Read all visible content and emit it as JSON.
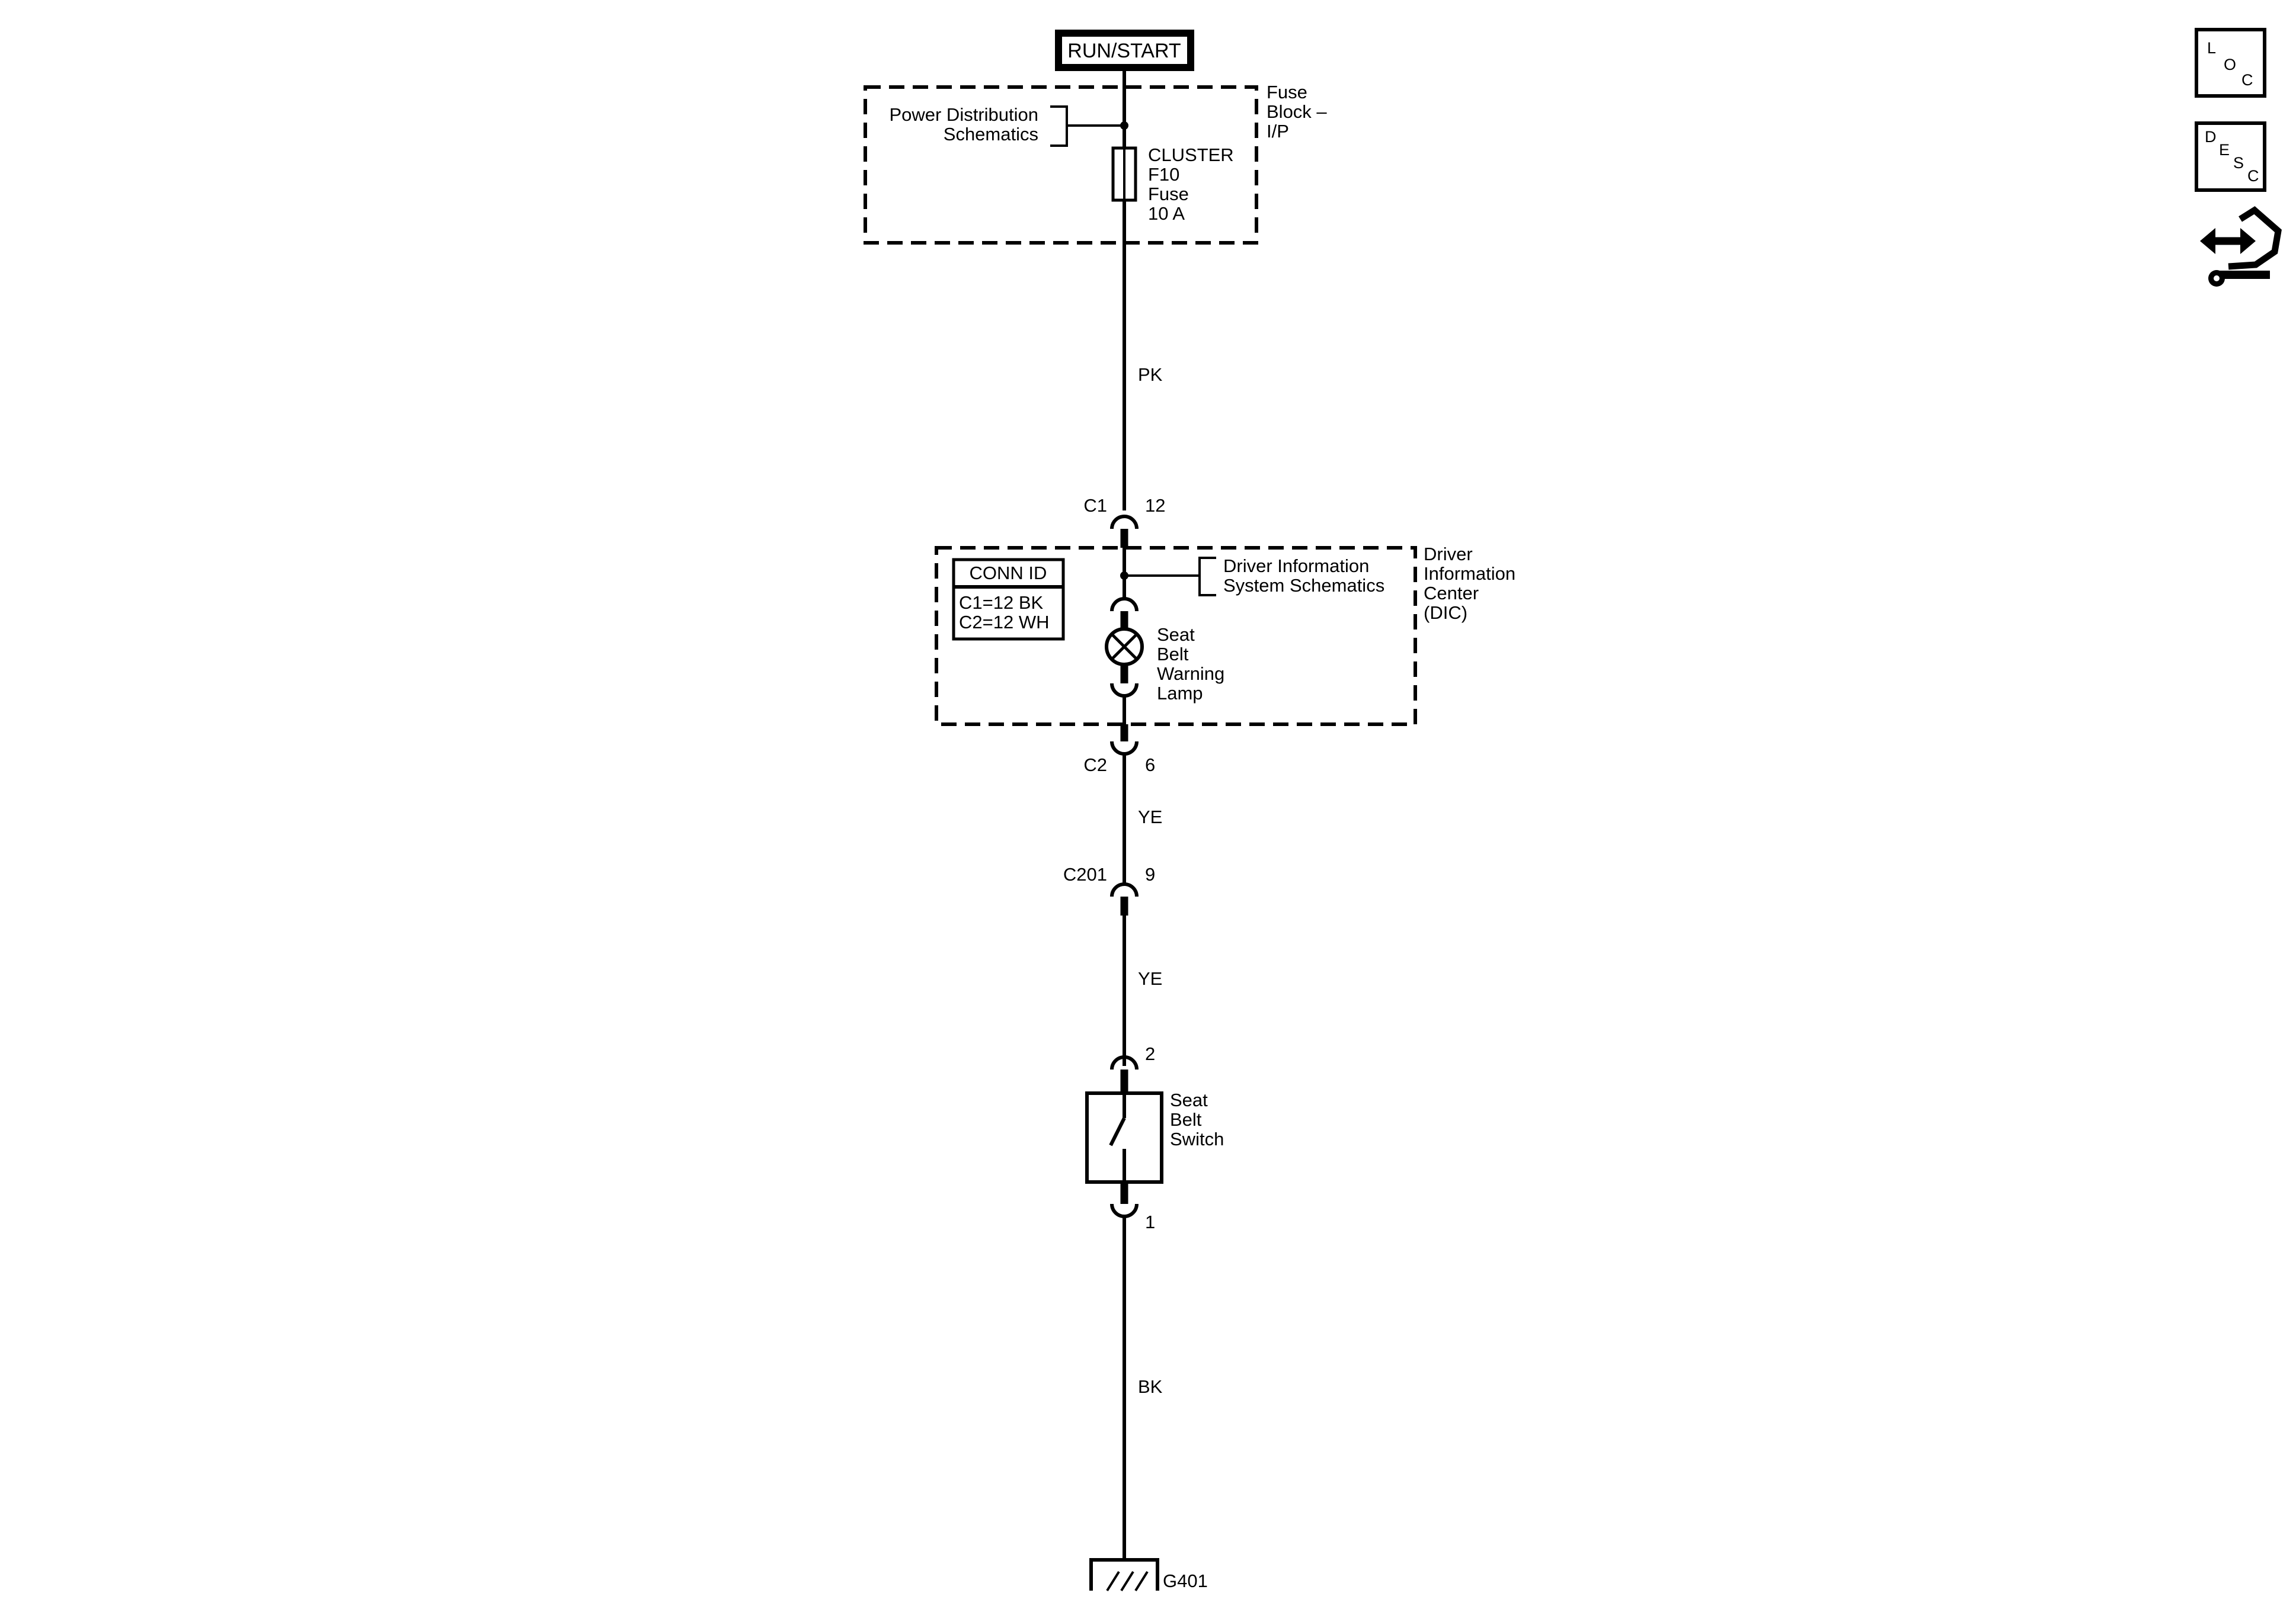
{
  "power": {
    "source": "RUN/START"
  },
  "fuse_block": {
    "name": [
      "Fuse",
      "Block –",
      "I/P"
    ],
    "link": [
      "Power Distribution",
      "Schematics"
    ],
    "fuse": [
      "CLUSTER",
      "F10",
      "Fuse",
      "10 A"
    ]
  },
  "wires": {
    "pk": "PK",
    "ye1": "YE",
    "ye2": "YE",
    "bk": "BK"
  },
  "c1": {
    "connector": "C1",
    "pin": "12"
  },
  "dic": {
    "name": [
      "Driver",
      "Information",
      "Center",
      "(DIC)"
    ],
    "link": [
      "Driver Information",
      "System Schematics"
    ],
    "conn_id_title": "CONN ID",
    "conn_id": [
      "C1=12 BK",
      "C2=12 WH"
    ],
    "lamp": [
      "Seat",
      "Belt",
      "Warning",
      "Lamp"
    ]
  },
  "c2": {
    "connector": "C2",
    "pin": "6"
  },
  "c201": {
    "connector": "C201",
    "pin": "9"
  },
  "switch": {
    "pin_top": "2",
    "pin_bottom": "1",
    "label": [
      "Seat",
      "Belt",
      "Switch"
    ]
  },
  "ground": {
    "label": "G401"
  },
  "side_tabs": {
    "loc": [
      "L",
      "O",
      "C"
    ],
    "desc": [
      "D",
      "E",
      "S",
      "C"
    ]
  },
  "icons": [
    "wrench-swap-icon",
    "ground-icon",
    "lamp-icon",
    "fuse-icon",
    "switch-icon"
  ]
}
